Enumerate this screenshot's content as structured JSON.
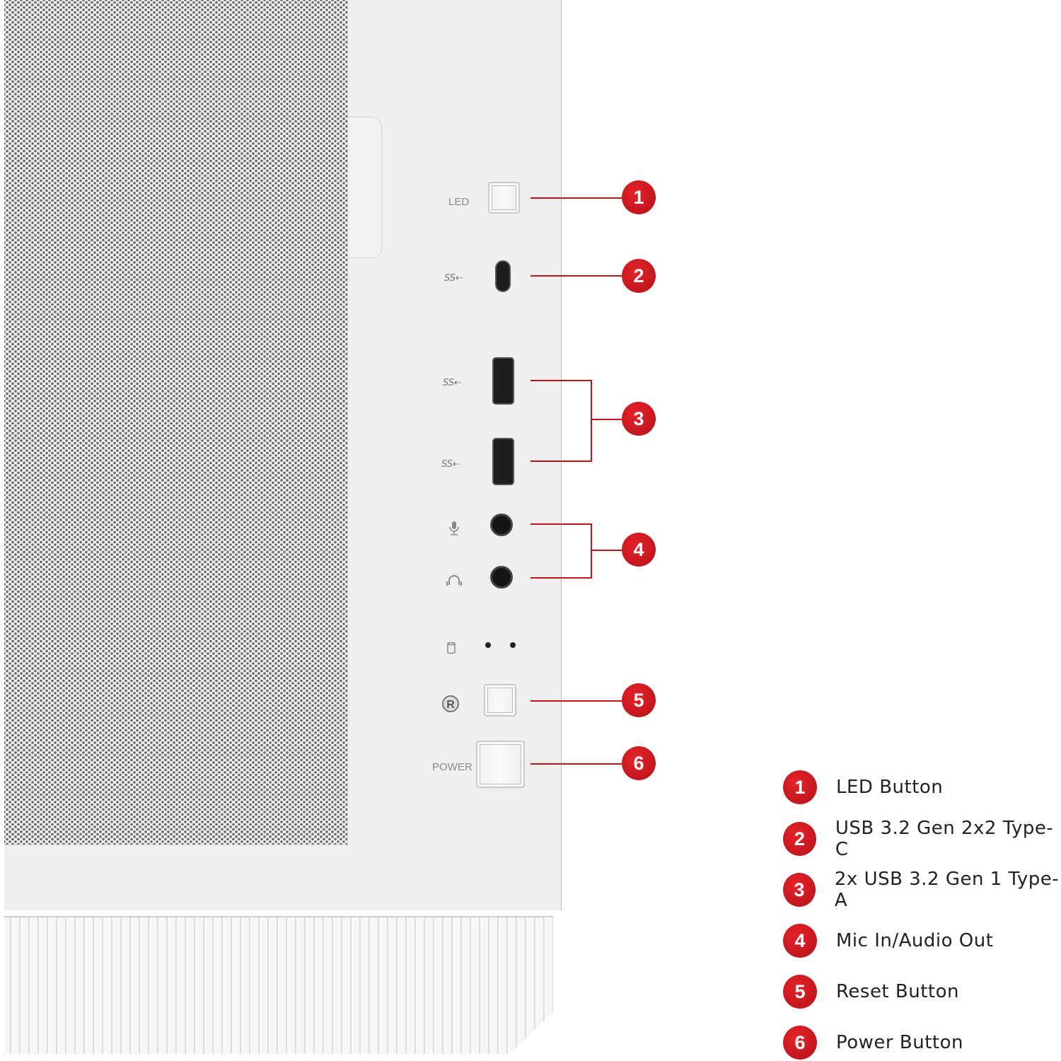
{
  "panel_labels": {
    "led": "LED",
    "power": "POWER",
    "ss": "SS⇠",
    "mic_icon": "microphone-icon",
    "headphone_icon": "headphone-icon",
    "hdd_icon": "hdd-icon",
    "reset_icon": "reset-icon"
  },
  "callouts": [
    "1",
    "2",
    "3",
    "4",
    "5",
    "6"
  ],
  "legend": [
    {
      "num": "1",
      "label": "LED Button"
    },
    {
      "num": "2",
      "label": "USB 3.2 Gen 2x2 Type-C"
    },
    {
      "num": "3",
      "label": "2x USB 3.2 Gen 1 Type-A"
    },
    {
      "num": "4",
      "label": "Mic In/Audio Out"
    },
    {
      "num": "5",
      "label": "Reset Button"
    },
    {
      "num": "6",
      "label": "Power Button"
    }
  ],
  "colors": {
    "accent": "#c8141c"
  }
}
